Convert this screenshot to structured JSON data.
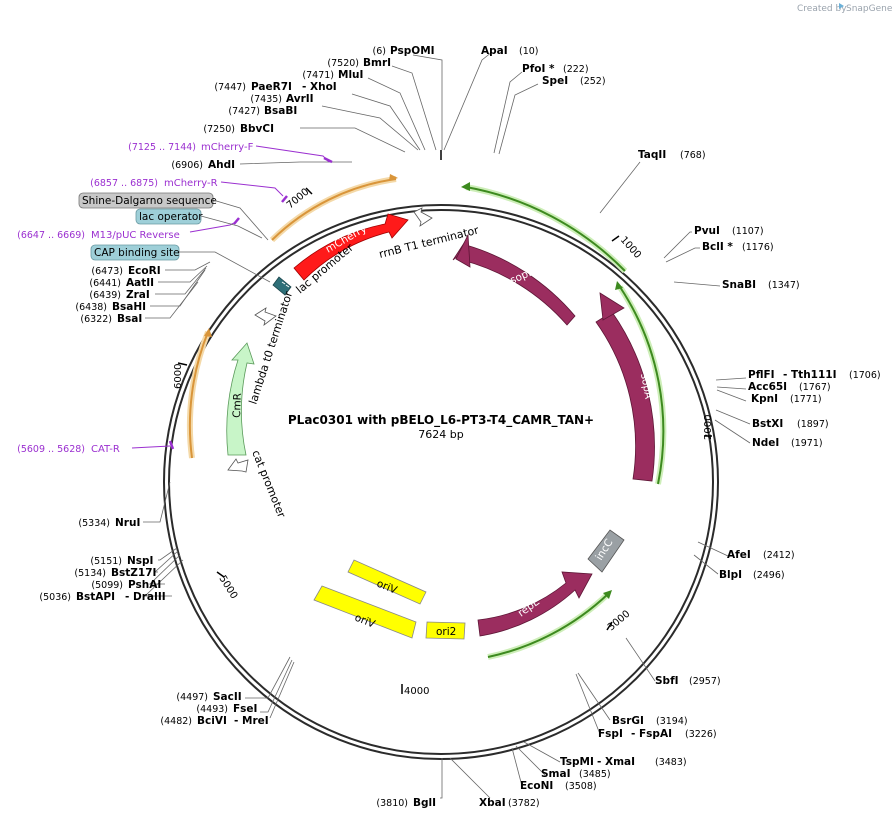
{
  "title": "PLac0301 with pBELO_L6-PT3-T4_CAMR_TAN+",
  "size_label": "7624 bp",
  "brand": {
    "created_by": "Created by",
    "name": "SnapGene"
  },
  "ticks": [
    {
      "label": "1000"
    },
    {
      "label": "2000"
    },
    {
      "label": "3000"
    },
    {
      "label": "4000"
    },
    {
      "label": "5000"
    },
    {
      "label": "6000"
    },
    {
      "label": "7000"
    }
  ],
  "sites": [
    {
      "name": "PspOMI",
      "pos": "(6)"
    },
    {
      "name": "BmrI",
      "pos": "(7520)"
    },
    {
      "name": "MluI",
      "pos": "(7471)"
    },
    {
      "name": "PaeR7I",
      "pos": "(7447)"
    },
    {
      "name": "- XhoI",
      "pos": ""
    },
    {
      "name": "AvrII",
      "pos": "(7435)"
    },
    {
      "name": "BsaBI",
      "pos": "(7427)"
    },
    {
      "name": "BbvCI",
      "pos": "(7250)"
    },
    {
      "name": "AhdI",
      "pos": "(6906)"
    },
    {
      "name": "EcoRI",
      "pos": "(6473)"
    },
    {
      "name": "AatII",
      "pos": "(6441)"
    },
    {
      "name": "ZraI",
      "pos": "(6439)"
    },
    {
      "name": "BsaHI",
      "pos": "(6438)"
    },
    {
      "name": "BsaI",
      "pos": "(6322)"
    },
    {
      "name": "NruI",
      "pos": "(5334)"
    },
    {
      "name": "NspI",
      "pos": "(5151)"
    },
    {
      "name": "BstZ17I",
      "pos": "(5134)"
    },
    {
      "name": "PshAI",
      "pos": "(5099)"
    },
    {
      "name": "BstAPI",
      "pos": "(5036)"
    },
    {
      "name": "- DraIII",
      "pos": ""
    },
    {
      "name": "SacII",
      "pos": "(4497)"
    },
    {
      "name": "FseI",
      "pos": "(4493)"
    },
    {
      "name": "BciVI",
      "pos": "(4482)"
    },
    {
      "name": "- MreI",
      "pos": ""
    },
    {
      "name": "BglI",
      "pos": "(3810)"
    },
    {
      "name": "XbaI",
      "pos": "(3782)"
    },
    {
      "name": "ApaI",
      "pos": "(10)"
    },
    {
      "name": "PfoI *",
      "pos": "(222)"
    },
    {
      "name": "SpeI",
      "pos": "(252)"
    },
    {
      "name": "TaqII",
      "pos": "(768)"
    },
    {
      "name": "PvuI",
      "pos": "(1107)"
    },
    {
      "name": "BclI *",
      "pos": "(1176)"
    },
    {
      "name": "SnaBI",
      "pos": "(1347)"
    },
    {
      "name": "PflFI",
      "pos": ""
    },
    {
      "name": "- Tth111I",
      "pos": "(1706)"
    },
    {
      "name": "Acc65I",
      "pos": "(1767)"
    },
    {
      "name": "KpnI",
      "pos": "(1771)"
    },
    {
      "name": "BstXI",
      "pos": "(1897)"
    },
    {
      "name": "NdeI",
      "pos": "(1971)"
    },
    {
      "name": "AfeI",
      "pos": "(2412)"
    },
    {
      "name": "BlpI",
      "pos": "(2496)"
    },
    {
      "name": "SbfI",
      "pos": "(2957)"
    },
    {
      "name": "BsrGI",
      "pos": "(3194)"
    },
    {
      "name": "FspI",
      "pos": ""
    },
    {
      "name": "- FspAI",
      "pos": "(3226)"
    },
    {
      "name": "TspMI",
      "pos": ""
    },
    {
      "name": "- XmaI",
      "pos": "(3483)"
    },
    {
      "name": "SmaI",
      "pos": "(3485)"
    },
    {
      "name": "EcoNI",
      "pos": "(3508)"
    }
  ],
  "primers": [
    {
      "name": "mCherry-F",
      "pos": "(7125 .. 7144)"
    },
    {
      "name": "mCherry-R",
      "pos": "(6857 .. 6875)"
    },
    {
      "name": "M13/pUC Reverse",
      "pos": "(6647 .. 6669)"
    },
    {
      "name": "CAT-R",
      "pos": "(5609 .. 5628)"
    }
  ],
  "boxed": [
    {
      "name": "Shine-Dalgarno sequence",
      "color": "#c8c8c8"
    },
    {
      "name": "lac operator",
      "color": "#9ecfd8"
    },
    {
      "name": "CAP binding site",
      "color": "#9ecfd8"
    }
  ],
  "features": {
    "mcherry": {
      "label": "mCherry",
      "color": "#ff1a1a"
    },
    "sopb": {
      "label": "sopB",
      "color": "#9b2d5f"
    },
    "sopa": {
      "label": "sopA",
      "color": "#9b2d5f"
    },
    "repe": {
      "label": "repE",
      "color": "#9b2d5f"
    },
    "incc": {
      "label": "incC",
      "color": "#9aa0a4"
    },
    "ori2": {
      "label": "ori2",
      "color": "#ffff00"
    },
    "oriv1": {
      "label": "oriV",
      "color": "#ffff00"
    },
    "oriv2": {
      "label": "oriV",
      "color": "#ffff00"
    },
    "cmr": {
      "label": "CmR",
      "color": "#c8f5c8"
    },
    "rrnb": {
      "label": "rrnB T1 terminator"
    },
    "lac_promoter": {
      "label": "lac promoter"
    },
    "lambda_t0": {
      "label": "lambda t0 terminator"
    },
    "cat_promoter": {
      "label": "cat promoter"
    }
  },
  "colors": {
    "backbone": "#2b2b2b",
    "primer": "#9b30d0",
    "orange_arc": "#d9953a",
    "green_arc": "#5fa83a"
  }
}
